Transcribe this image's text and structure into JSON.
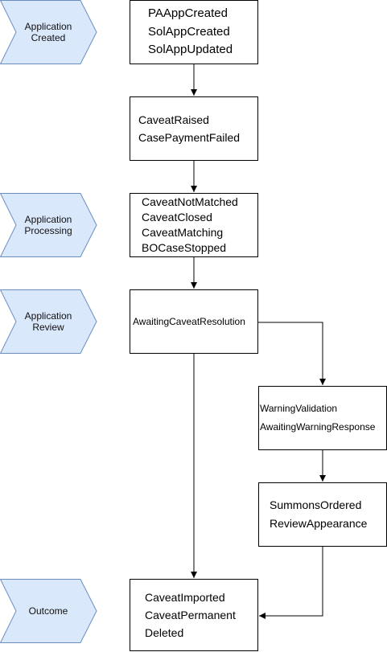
{
  "stages": {
    "created": "Application\nCreated",
    "processing": "Application\nProcessing",
    "review": "Application\nReview",
    "outcome": "Outcome"
  },
  "boxes": {
    "created": [
      "PAAppCreated",
      "SolAppCreated",
      "SolAppUpdated"
    ],
    "caveat_raised": [
      "CaveatRaised",
      "CasePaymentFailed"
    ],
    "processing": [
      "CaveatNotMatched",
      "CaveatClosed",
      "CaveatMatching",
      "BOCaseStopped"
    ],
    "awaiting": [
      "AwaitingCaveatResolution"
    ],
    "warning": [
      "WarningValidation",
      "AwaitingWarningResponse"
    ],
    "summons": [
      "SummonsOrdered",
      "ReviewAppearance"
    ],
    "outcome": [
      "CaveatImported",
      "CaveatPermanent",
      "Deleted"
    ]
  },
  "colors": {
    "stage_fill": "#dae8fc",
    "stage_stroke": "#6c8ebf",
    "box_stroke": "#000000"
  }
}
